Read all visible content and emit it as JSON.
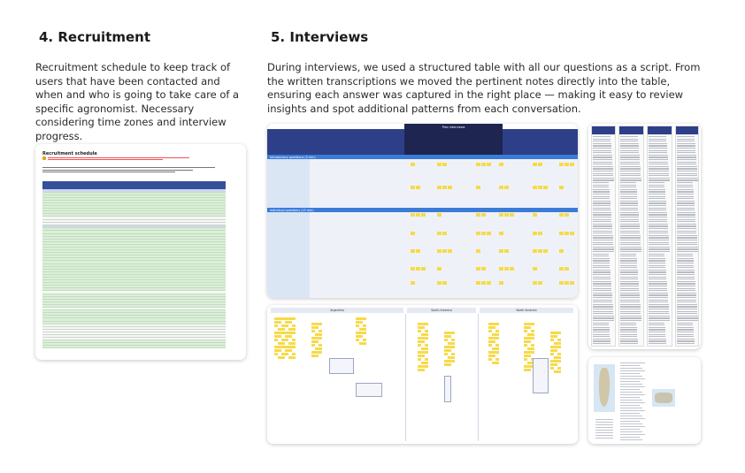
{
  "recruitment": {
    "title": "4. Recruitment",
    "description": "Recruitment schedule to keep track of users that have been contacted and when and who is going to take care of a specific agronomist. Necessary considering time zones and interview progress.",
    "thumbnail": {
      "heading": "Recruitment schedule",
      "accent_color": "#35509a",
      "row_colors": [
        "#d9f1d4",
        "#cfd8ea"
      ]
    }
  },
  "interviews": {
    "title": "5. Interviews",
    "description": "During interviews, we used a structured table with all our questions as a script. From the written transcriptions we moved the pertinent notes directly into the table, ensuring each answer was captured in the right place — making it easy to review insights and spot additional patterns from each conversation.",
    "table_thumbnail": {
      "header_label": "Plan interviews",
      "section_1": "Introductory questions (5 min)",
      "section_2": "Individual questions (15 min)",
      "header_color": "#2e3f89",
      "section_color": "#3b7bd8",
      "sticky_color": "#f7da4a"
    },
    "board_thumbnail": {
      "regions": [
        "Argentina",
        "South America",
        "North America"
      ]
    }
  }
}
